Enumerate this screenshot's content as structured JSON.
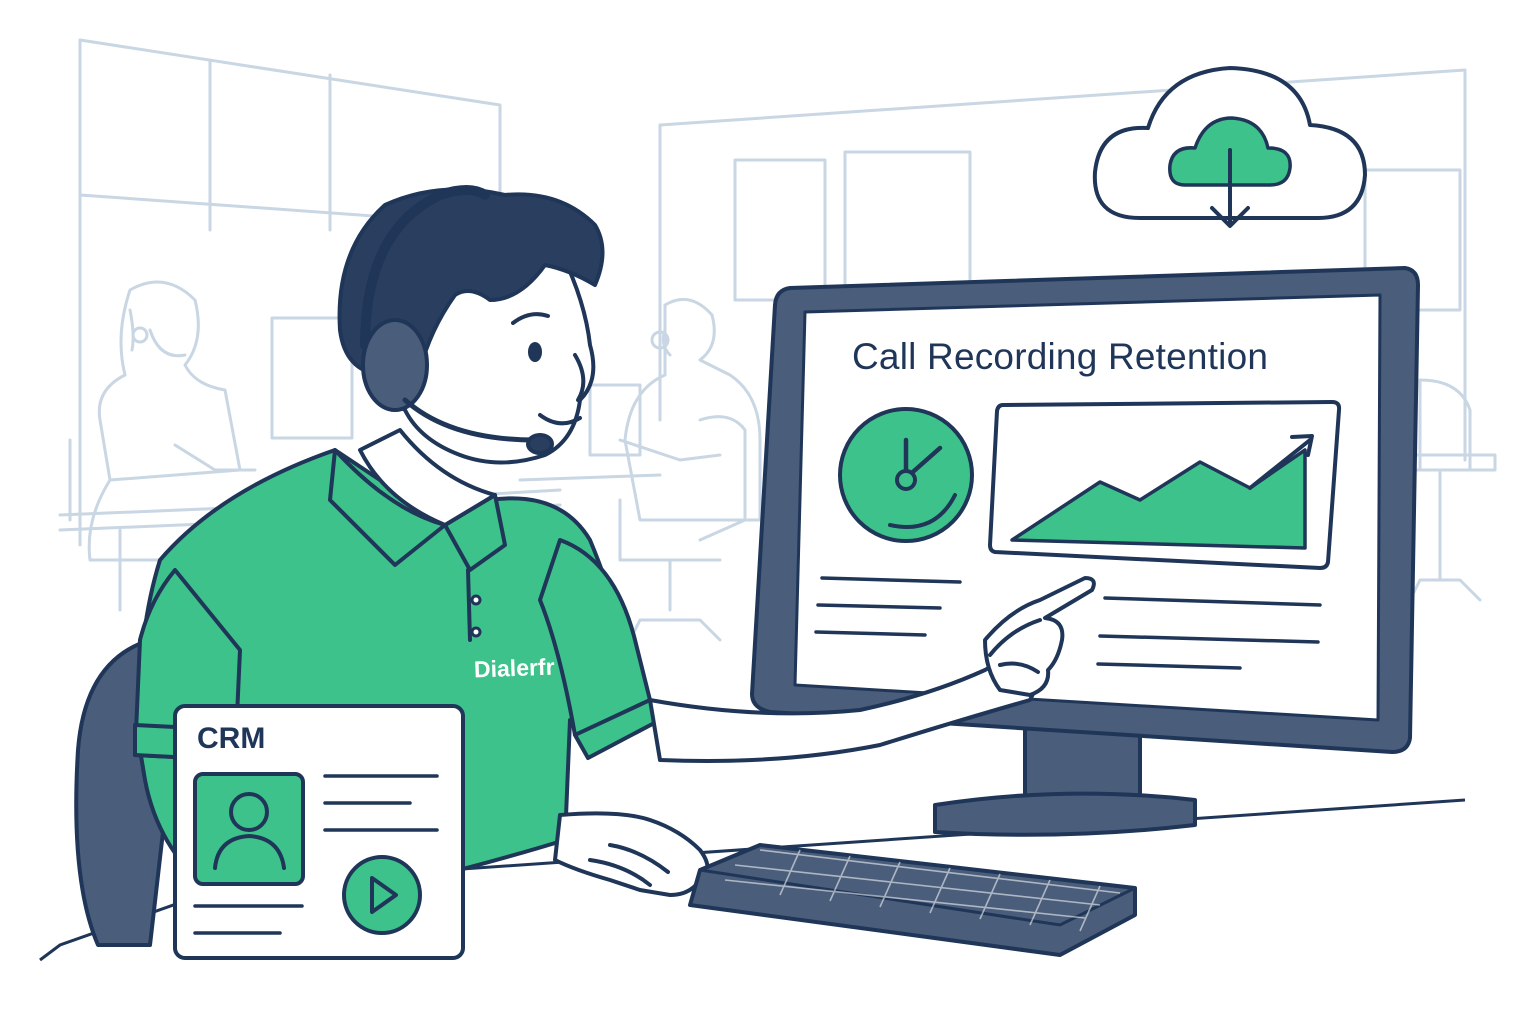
{
  "screen": {
    "title": "Call Recording Retention"
  },
  "crm_card": {
    "title": "CRM"
  },
  "shirt": {
    "brand": "Dialerfr"
  },
  "icons": {
    "cloud": "cloud-download-icon",
    "clock": "clock-icon",
    "chart": "area-chart-icon",
    "contact": "user-icon",
    "play": "play-icon"
  },
  "colors": {
    "accent": "#3ec28b",
    "outline": "#1f3658",
    "background_lines": "#c9d6e3"
  }
}
